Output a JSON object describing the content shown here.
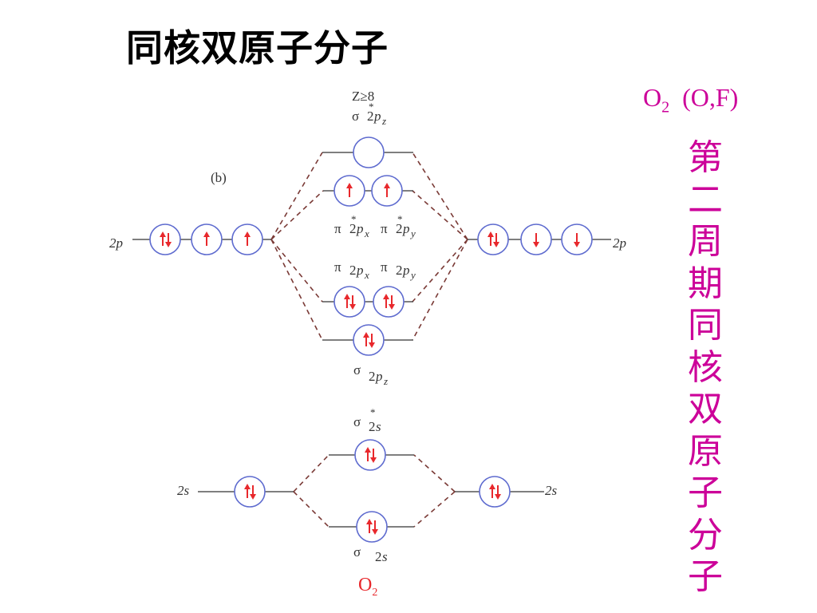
{
  "title": "同核双原子分子",
  "molecule": {
    "label": "O",
    "subscript": "2",
    "note": "(O,F)"
  },
  "vertical_caption": [
    "第",
    "二",
    "周",
    "期",
    "同",
    "核",
    "双",
    "原",
    "子",
    "分",
    "子"
  ],
  "diagram": {
    "panel_tag": "(b)",
    "z_condition": "Z≥8",
    "orbitals": {
      "sigma_star_2pz": {
        "greek": "σ",
        "star": "*",
        "name": "2",
        "sub": "p",
        "subsub": "z"
      },
      "pi_star_2px": {
        "greek": "π",
        "star": "*",
        "name": "2",
        "sub": "p",
        "subsub": "x"
      },
      "pi_star_2py": {
        "greek": "π",
        "star": "*",
        "name": "2",
        "sub": "p",
        "subsub": "y"
      },
      "pi_2px": {
        "greek": "π",
        "name": "2",
        "sub": "p",
        "subsub": "x"
      },
      "pi_2py": {
        "greek": "π",
        "name": "2",
        "sub": "p",
        "subsub": "y"
      },
      "sigma_2pz": {
        "greek": "σ",
        "name": "2",
        "sub": "p",
        "subsub": "z"
      },
      "sigma_star_2s": {
        "greek": "σ",
        "star": "*",
        "name": "2",
        "sub": "s"
      },
      "sigma_2s": {
        "greek": "σ",
        "name": "2",
        "sub": "s"
      }
    },
    "atomic_labels": {
      "left_2p": "2p",
      "right_2p": "2p",
      "left_2s": "2s",
      "right_2s": "2s"
    },
    "occupancy": {
      "left_2p": [
        "up-down",
        "up",
        "up"
      ],
      "right_2p": [
        "up-down",
        "down",
        "down"
      ],
      "sigma_star_2pz": [
        ""
      ],
      "pi_star_2p": [
        "up",
        "up"
      ],
      "pi_2p": [
        "up-down",
        "up-down"
      ],
      "sigma_2pz": [
        "up-down"
      ],
      "sigma_star_2s": [
        "up-down"
      ],
      "sigma_2s": [
        "up-down"
      ],
      "left_2s": [
        "up-down"
      ],
      "right_2s": [
        "up-down"
      ]
    },
    "colors": {
      "circle": "#5e6bcf",
      "arrow": "#e8282c",
      "dash": "#7a3a36",
      "line": "#333333"
    }
  },
  "bottom_label": {
    "label": "O",
    "subscript": "2"
  }
}
